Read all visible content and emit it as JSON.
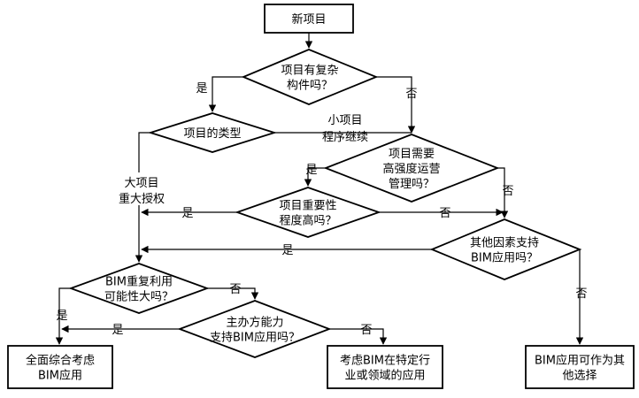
{
  "nodes": {
    "start": {
      "lines": [
        "新项目"
      ]
    },
    "complex": {
      "lines": [
        "项目有复杂",
        "构件吗？"
      ]
    },
    "type": {
      "lines": [
        "项目的类型"
      ]
    },
    "intensity": {
      "lines": [
        "项目需要",
        "高强度运营",
        "管理吗？"
      ]
    },
    "importance": {
      "lines": [
        "项目重要性",
        "程度高吗？"
      ]
    },
    "other": {
      "lines": [
        "其他因素支持",
        "BIM应用吗？"
      ]
    },
    "reuse": {
      "lines": [
        "BIM重复利用",
        "可能性大吗？"
      ]
    },
    "owner": {
      "lines": [
        "主办方能力",
        "支持BIM应用吗？"
      ]
    },
    "full": {
      "lines": [
        "全面综合考虑",
        "BIM应用"
      ]
    },
    "specific": {
      "lines": [
        "考虑BIM在特定行",
        "业或领域的应用"
      ]
    },
    "optional": {
      "lines": [
        "BIM应用可作为其",
        "他选择"
      ]
    }
  },
  "edge_labels": {
    "yes": "是",
    "no": "否",
    "small_project": [
      "小项目",
      "程序继续"
    ],
    "large_project": [
      "大项目",
      "重大授权"
    ]
  }
}
